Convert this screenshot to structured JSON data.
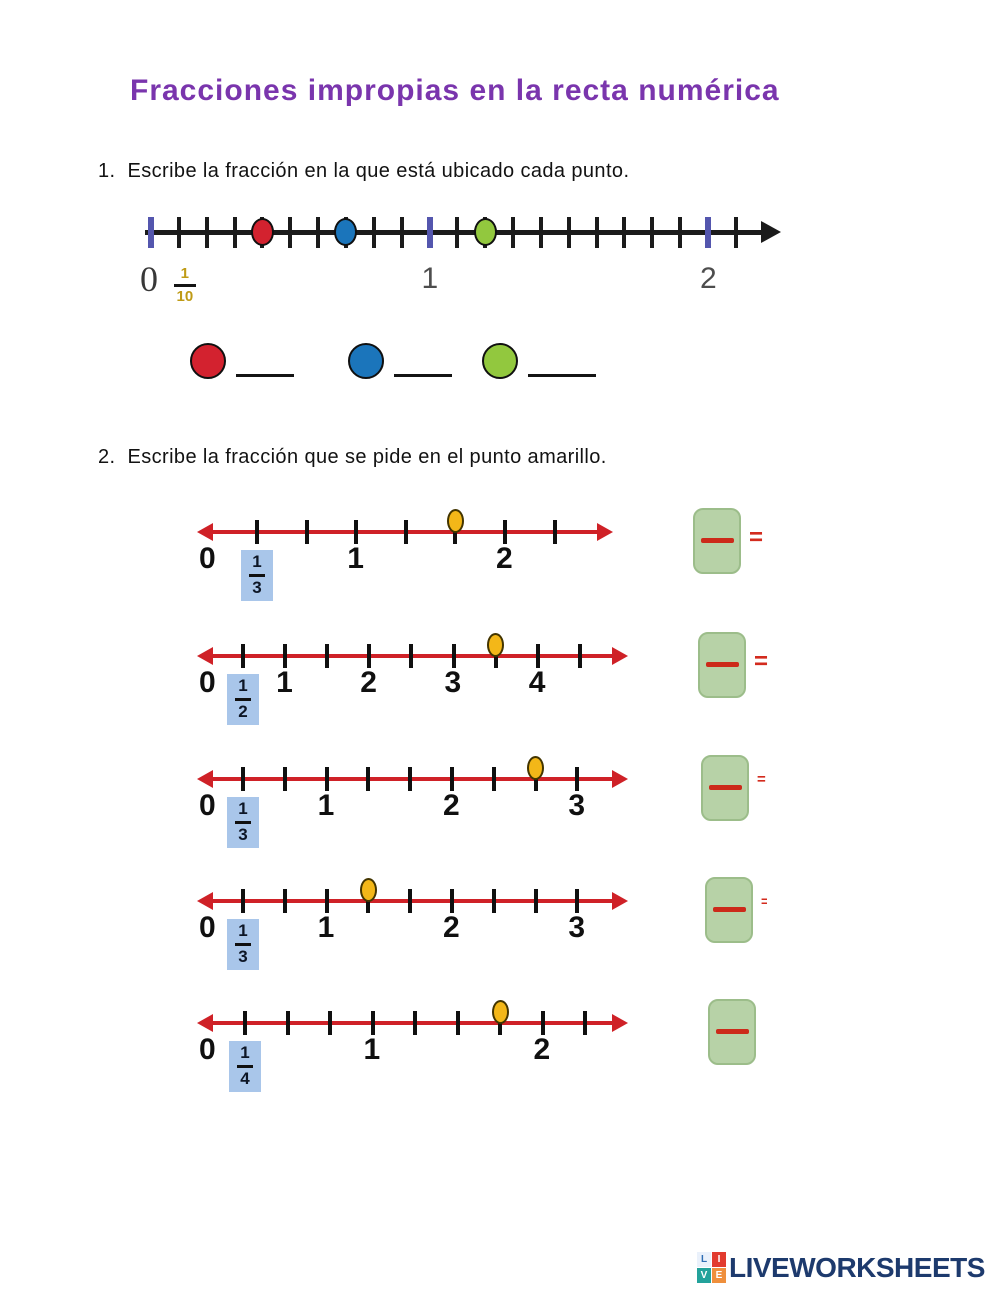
{
  "title": "Fracciones impropias en la recta numérica",
  "questions": {
    "q1": {
      "number": "1.",
      "text": "Escribe la fracción en la que está ubicado cada punto.",
      "line": {
        "integer_labels": [
          "0",
          "1",
          "2"
        ],
        "unit_fraction": {
          "num": "1",
          "den": "10"
        },
        "tick_step": "1/10",
        "points": [
          {
            "name": "red",
            "color": "#d3222f",
            "tenths": 4
          },
          {
            "name": "blue",
            "color": "#1b75bb",
            "tenths": 7
          },
          {
            "name": "green",
            "color": "#92c83e",
            "tenths": 12
          }
        ]
      },
      "blanks": [
        {
          "name": "red",
          "color": "#d3222f"
        },
        {
          "name": "blue",
          "color": "#1b75bb"
        },
        {
          "name": "green",
          "color": "#92c83e"
        }
      ]
    },
    "q2": {
      "number": "2.",
      "text": "Escribe la fracción que se pide en el punto amarillo.",
      "dot_color": "#f3b718",
      "rows": [
        {
          "fraction": {
            "num": "1",
            "den": "3"
          },
          "zero_label": "0",
          "ticks": 7,
          "labels": [
            {
              "text": "1",
              "tick": 3
            },
            {
              "text": "2",
              "tick": 6
            }
          ],
          "dot_tick": 5,
          "equals": "="
        },
        {
          "fraction": {
            "num": "1",
            "den": "2"
          },
          "zero_label": "0",
          "ticks": 9,
          "labels": [
            {
              "text": "1",
              "tick": 2
            },
            {
              "text": "2",
              "tick": 4
            },
            {
              "text": "3",
              "tick": 6
            },
            {
              "text": "4",
              "tick": 8
            }
          ],
          "dot_tick": 7,
          "equals": "="
        },
        {
          "fraction": {
            "num": "1",
            "den": "3"
          },
          "zero_label": "0",
          "ticks": 9,
          "labels": [
            {
              "text": "1",
              "tick": 3
            },
            {
              "text": "2",
              "tick": 6
            },
            {
              "text": "3",
              "tick": 9
            }
          ],
          "dot_tick": 8,
          "equals": "="
        },
        {
          "fraction": {
            "num": "1",
            "den": "3"
          },
          "zero_label": "0",
          "ticks": 9,
          "labels": [
            {
              "text": "1",
              "tick": 3
            },
            {
              "text": "2",
              "tick": 6
            },
            {
              "text": "3",
              "tick": 9
            }
          ],
          "dot_tick": 4,
          "equals": "="
        },
        {
          "fraction": {
            "num": "1",
            "den": "4"
          },
          "zero_label": "0",
          "ticks": 9,
          "labels": [
            {
              "text": "1",
              "tick": 4
            },
            {
              "text": "2",
              "tick": 8
            }
          ],
          "dot_tick": 7,
          "equals": ""
        }
      ]
    }
  },
  "footer": {
    "brand": "LIVEWORKSHEETS",
    "icon_letters": [
      "L",
      "I",
      "V",
      "E"
    ]
  },
  "colors": {
    "title": "#7a35ad",
    "black_line": "#1b1b1b",
    "purple_tick": "#5456ae",
    "red_line": "#cf2127",
    "gold_fraction": "#bf9b16",
    "blue_box_bg": "#a9c6ea",
    "green_box_bg": "#b7d2a7",
    "answer_bar_red": "#cc2a1a"
  }
}
